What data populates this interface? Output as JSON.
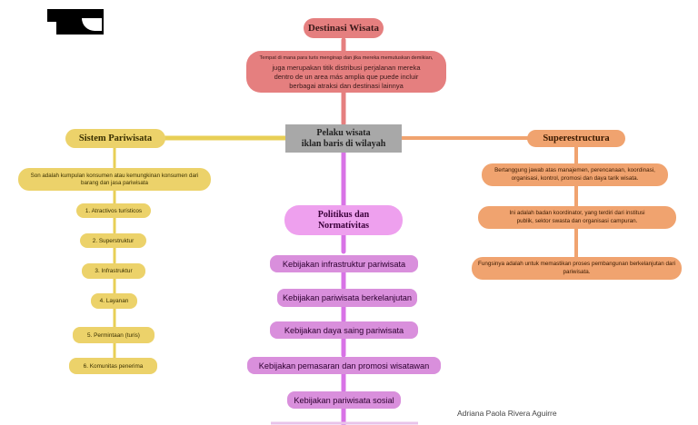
{
  "destinasi": {
    "title": "Destinasi Wisata",
    "desc_small": "Tempat di mana para turis menginap dan jika mereka memutuskan demikian,",
    "desc_lines": [
      "juga merupakan titik distribusi perjalanan mereka",
      "dentro de un area más amplia que puede incluir",
      "berbagai atraksi dan destinasi lainnya"
    ]
  },
  "center": {
    "lines": [
      "Pelaku wisata",
      "iklan baris di wilayah"
    ]
  },
  "sistem": {
    "title": "Sistem Pariwisata",
    "desc_lines": [
      "Son adalah kumpulan konsumen atau kemungkinan konsumen dari",
      "barang dan jasa pariwisata"
    ],
    "items": [
      "1.  Atractivos  turísticos",
      "2.  Superstruktur",
      "3.  Infrastruktur",
      "4.  Layanan",
      "5.  Permintaan  (turis)",
      "6.  Komunitas  penerima"
    ]
  },
  "superestructura": {
    "title": "Superestructura",
    "desc1_lines": [
      "Bertanggung jawab atas manajemen, perencanaan, koordinasi,",
      "organisasi, kontrol, promosi dan daya tarik wisata."
    ],
    "desc2_lines": [
      "Ini adalah badan koordinator, yang terdiri dari institusi",
      "publik, sektor swasta dan organisasi campuran."
    ],
    "desc3_lines": [
      "Fungsinya adalah untuk memastikan proses pembangunan berkelanjutan dari",
      "pariwisata."
    ]
  },
  "politikus": {
    "title_lines": [
      "Politikus dan",
      "Normatívitas"
    ],
    "items": [
      "Kebijakan infrastruktur pariwisata",
      "Kebijakan pariwisata berkelanjutan",
      "Kebijakan daya saing pariwisata",
      "Kebijakan pemasaran dan promosi wisatawan",
      "Kebijakan pariwisata sosial"
    ]
  },
  "author": "Adriana Paola Rivera Aguirre",
  "colors": {
    "destinasi": "#e57f7f",
    "center": "#a8a8a8",
    "sistem": "#ecd26a",
    "superestructura": "#f0a36f",
    "politikus_title": "#eea0ee",
    "politikus_item": "#d98fdc",
    "link_purple": "#d873e6"
  }
}
